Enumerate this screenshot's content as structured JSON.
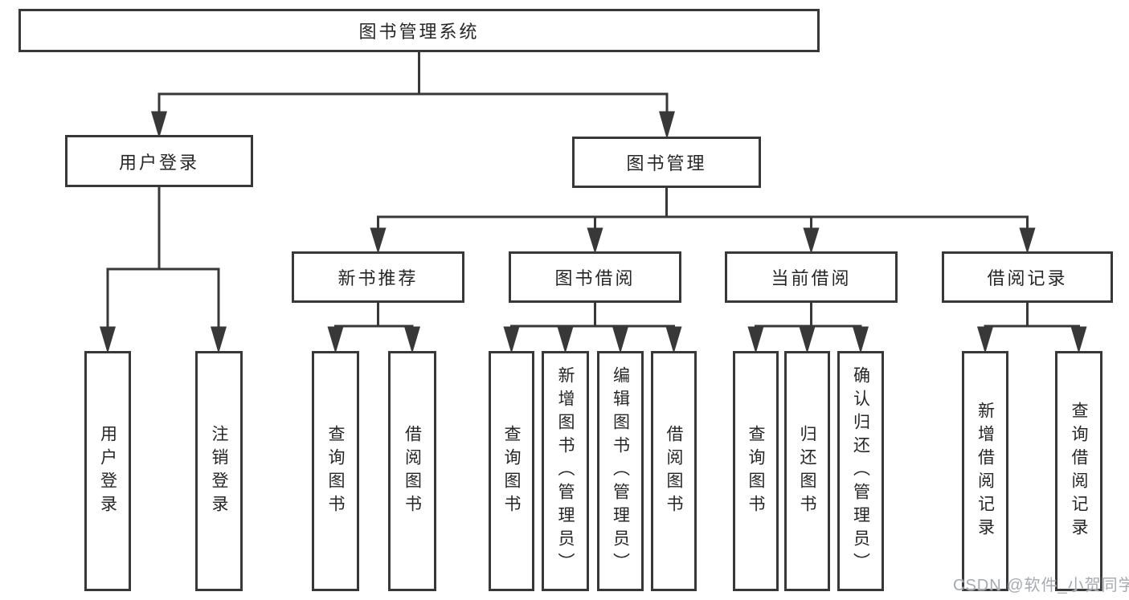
{
  "root": {
    "label": "图书管理系统"
  },
  "login": {
    "label": "用户登录",
    "children": [
      "用户登录",
      "注销登录"
    ]
  },
  "management": {
    "label": "图书管理",
    "sections": [
      {
        "label": "新书推荐",
        "leaves": [
          "查询图书",
          "借阅图书"
        ]
      },
      {
        "label": "图书借阅",
        "leaves": [
          "查询图书",
          "新增图书（管理员）",
          "编辑图书（管理员）",
          "借阅图书"
        ]
      },
      {
        "label": "当前借阅",
        "leaves": [
          "查询图书",
          "归还图书",
          "确认归还（管理员）"
        ]
      },
      {
        "label": "借阅记录",
        "leaves": [
          "新增借阅记录",
          "查询借阅记录"
        ]
      }
    ]
  },
  "watermark": "CSDN @软件_小贺同学",
  "colors": {
    "line": "#383838",
    "box_border": "#383838",
    "box_fill": "#ffffff",
    "text": "#262626",
    "watermark": "#a6abb1"
  }
}
